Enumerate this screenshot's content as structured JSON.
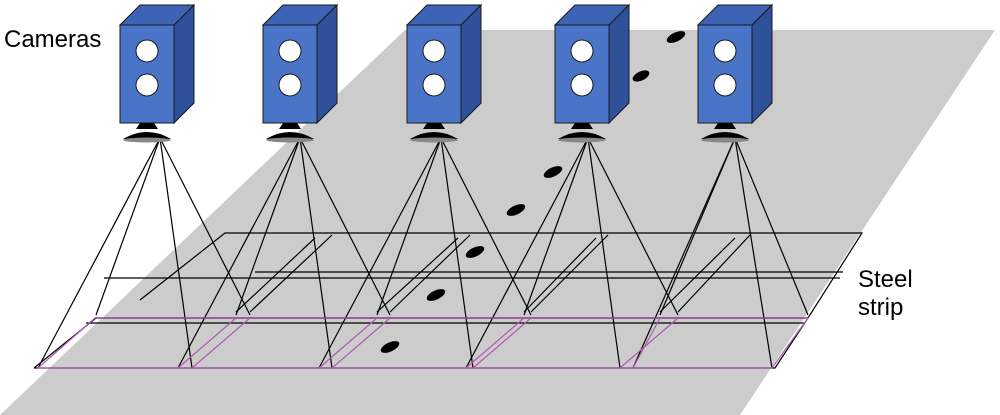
{
  "labels": {
    "cameras": "Cameras",
    "steel_strip_line1": "Steel",
    "steel_strip_line2": "strip"
  },
  "colors": {
    "camera_front": "#4a74c8",
    "camera_top": "#3d63b4",
    "camera_side": "#2f519a",
    "camera_outline": "#1a1a1a",
    "lens": "#ffffff",
    "strip": "#cccccc",
    "field_of_view_line": "#000000",
    "inspection_zone": "#b05ab0",
    "defect": "#000000"
  },
  "camera_count": 5,
  "icons": [
    "camera-icon",
    "lens-icon",
    "defect-mark"
  ]
}
